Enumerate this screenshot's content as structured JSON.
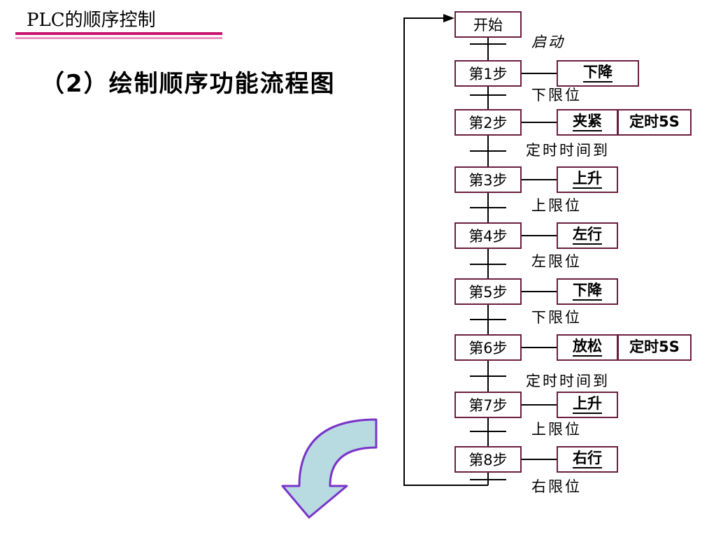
{
  "header": {
    "title": "PLC的顺序控制",
    "subtitle": "（2）绘制顺序功能流程图"
  },
  "colors": {
    "accent": "#c8146e",
    "accent_light": "#e996c0",
    "box_border": "#6b1d3e",
    "arrow_fill": "#b7dbe1",
    "arrow_stroke": "#7a34c8"
  },
  "flow": {
    "start": "开始",
    "start_condition": "启动",
    "steps": [
      {
        "label": "第1步",
        "action": "下降",
        "timer": "",
        "transition": "下限位"
      },
      {
        "label": "第2步",
        "action": "夹紧",
        "timer": "定时5S",
        "transition": "定时时间到"
      },
      {
        "label": "第3步",
        "action": "上升",
        "timer": "",
        "transition": "上限位"
      },
      {
        "label": "第4步",
        "action": "左行",
        "timer": "",
        "transition": "左限位"
      },
      {
        "label": "第5步",
        "action": "下降",
        "timer": "",
        "transition": "下限位"
      },
      {
        "label": "第6步",
        "action": "放松",
        "timer": "定时5S",
        "transition": "定时时间到"
      },
      {
        "label": "第7步",
        "action": "上升",
        "timer": "",
        "transition": "上限位"
      },
      {
        "label": "第8步",
        "action": "右行",
        "timer": "",
        "transition": "右限位"
      }
    ]
  },
  "icons": {
    "curved_arrow": "curved-down-arrow-icon"
  }
}
